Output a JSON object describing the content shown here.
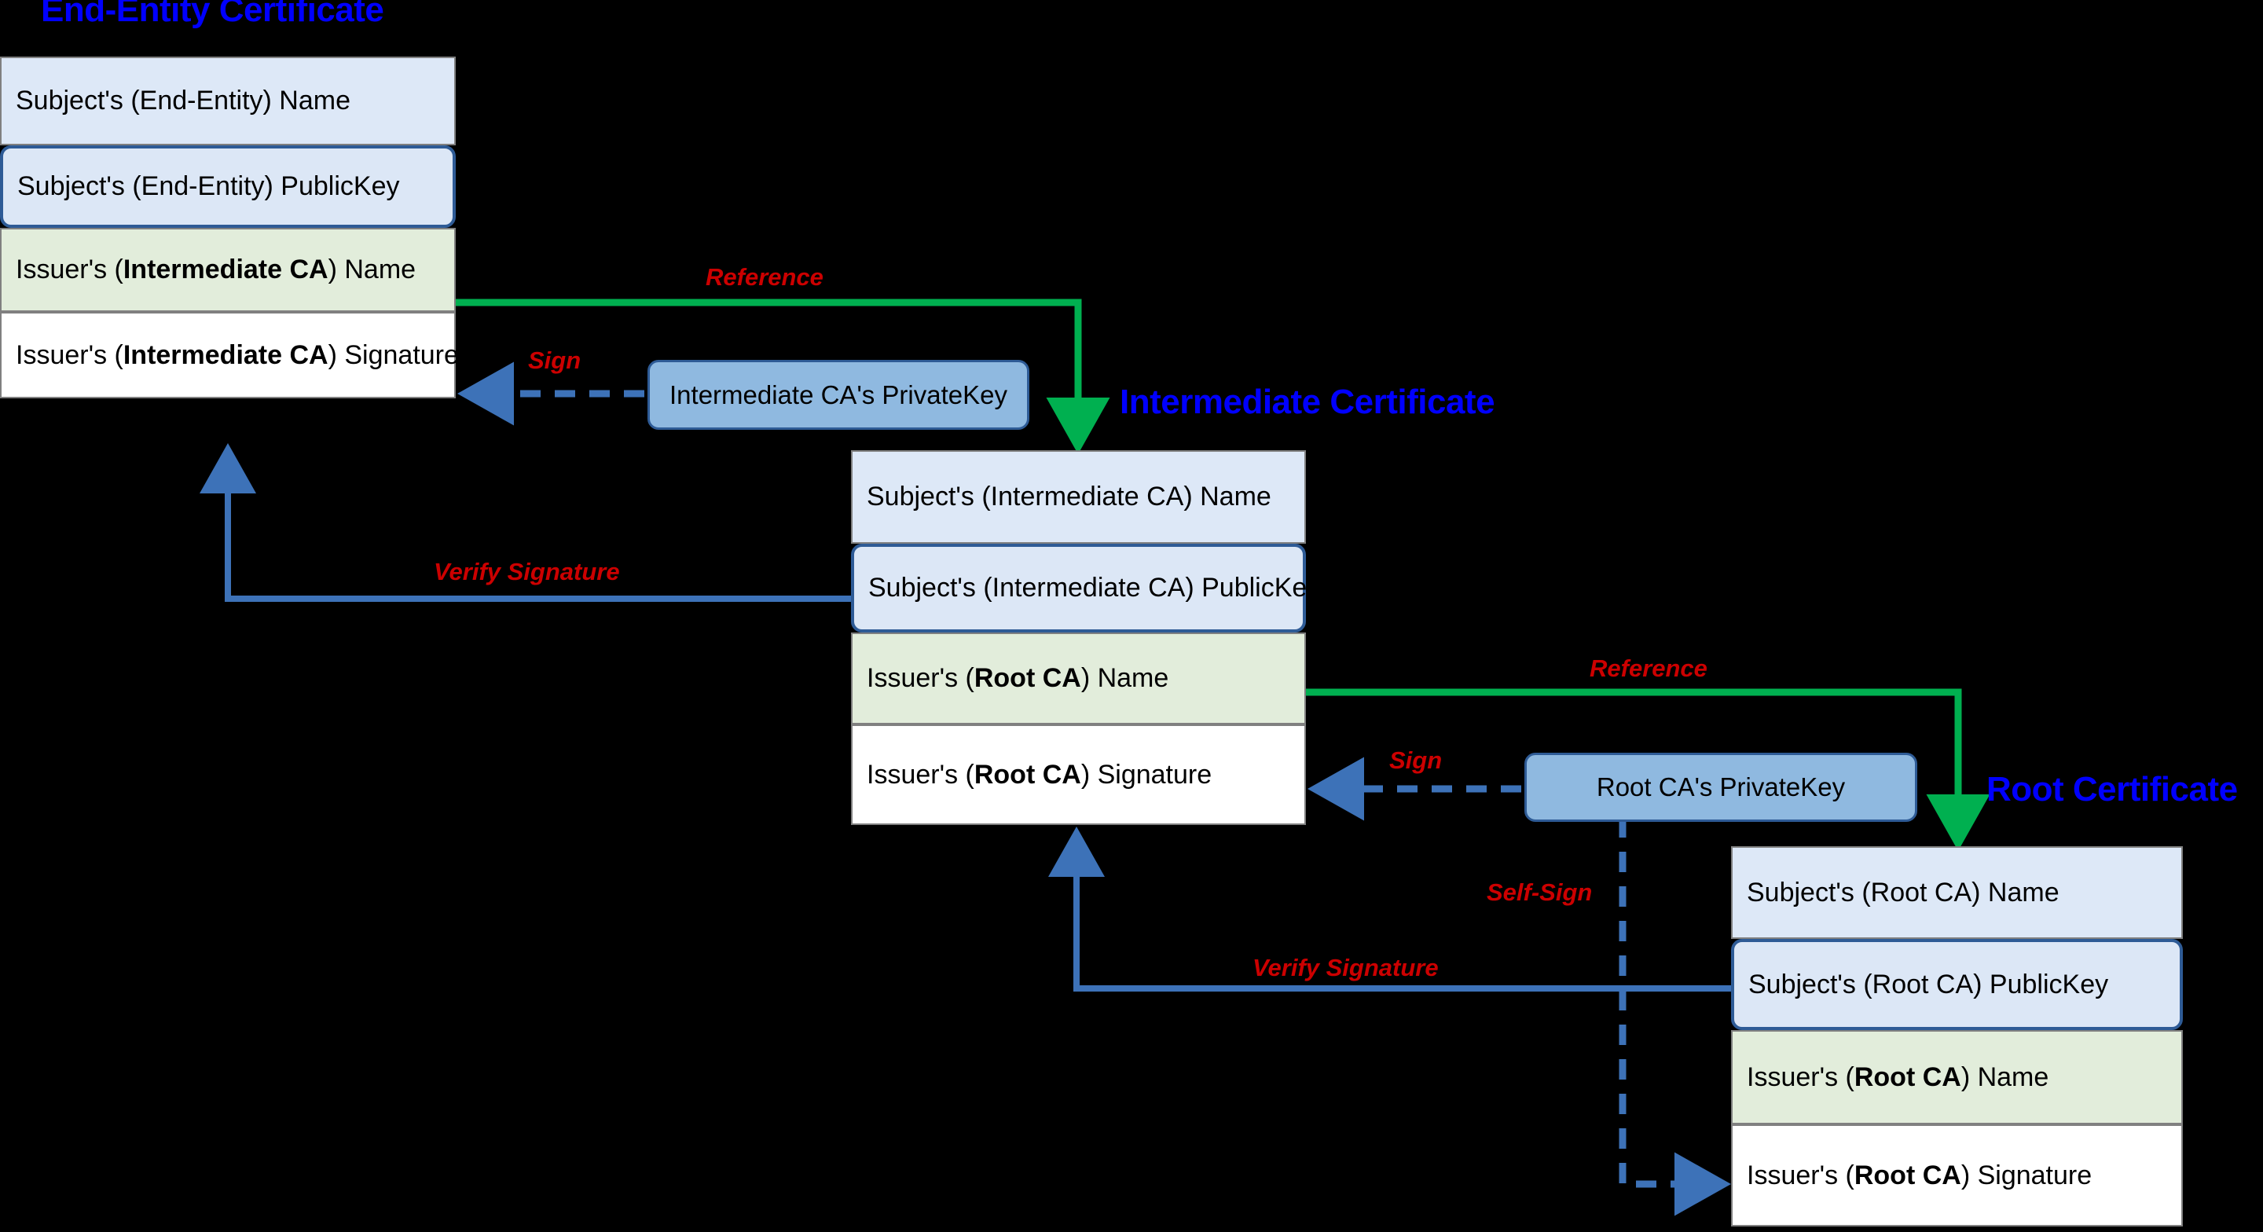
{
  "diagram": {
    "background": "#000000",
    "colors": {
      "title": "#0000ff",
      "label": "#cc0000",
      "reference_arrow": "#00b050",
      "sign_arrow": "#3d72b8",
      "verify_arrow": "#3d72b8",
      "name_row": "#dde8f7",
      "pubkey_row": "#dce7f6",
      "issuer_row": "#e2eddb",
      "signature_row": "#ffffff",
      "privatekey_box": "#8fb9e0",
      "row_border": "#808080",
      "accent_border": "#2e5b96"
    }
  },
  "certificates": {
    "end_entity": {
      "title": "End-Entity Certificate",
      "rows": [
        {
          "label": "Subject's (End-Entity) Name",
          "kind": "name"
        },
        {
          "label": "Subject's (End-Entity) PublicKey",
          "kind": "pubkey"
        },
        {
          "label_prefix": "Issuer's (",
          "label_bold": "Intermediate CA",
          "label_suffix": ") Name",
          "kind": "issuer"
        },
        {
          "label_prefix": "Issuer's (",
          "label_bold": "Intermediate CA",
          "label_suffix": ") Signature",
          "kind": "signature"
        }
      ]
    },
    "intermediate": {
      "title": "Intermediate Certificate",
      "rows": [
        {
          "label": "Subject's (Intermediate CA) Name",
          "kind": "name"
        },
        {
          "label": "Subject's (Intermediate CA) PublicKey",
          "kind": "pubkey"
        },
        {
          "label_prefix": "Issuer's (",
          "label_bold": "Root CA",
          "label_suffix": ") Name",
          "kind": "issuer"
        },
        {
          "label_prefix": "Issuer's (",
          "label_bold": "Root CA",
          "label_suffix": ") Signature",
          "kind": "signature"
        }
      ]
    },
    "root": {
      "title": "Root Certificate",
      "rows": [
        {
          "label": "Subject's (Root CA) Name",
          "kind": "name"
        },
        {
          "label": "Subject's (Root CA) PublicKey",
          "kind": "pubkey"
        },
        {
          "label_prefix": "Issuer's (",
          "label_bold": "Root CA",
          "label_suffix": ") Name",
          "kind": "issuer"
        },
        {
          "label_prefix": "Issuer's (",
          "label_bold": "Root CA",
          "label_suffix": ") Signature",
          "kind": "signature"
        }
      ]
    }
  },
  "private_keys": {
    "intermediate": "Intermediate CA's PrivateKey",
    "root": "Root CA's PrivateKey"
  },
  "edge_labels": {
    "reference_top": "Reference",
    "sign_top": "Sign",
    "verify_top": "Verify Signature",
    "reference_bottom": "Reference",
    "sign_bottom": "Sign",
    "self_sign": "Self-Sign",
    "verify_bottom": "Verify Signature"
  }
}
